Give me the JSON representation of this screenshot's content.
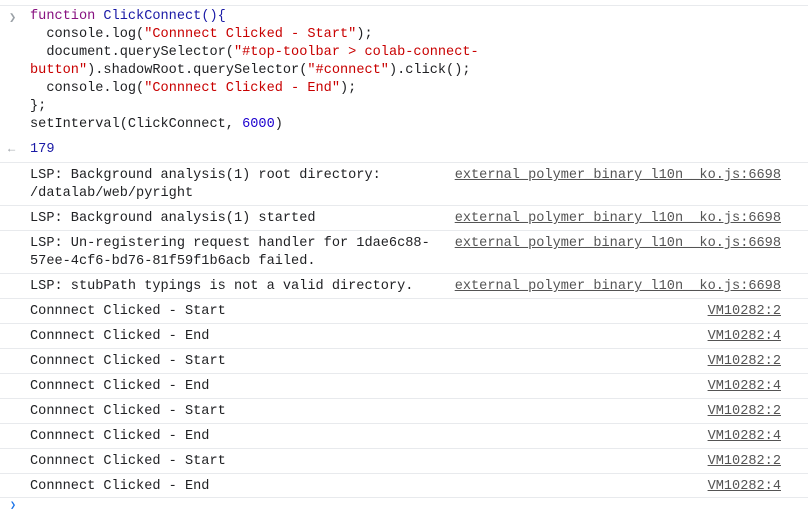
{
  "input": {
    "tokens": {
      "l1_kw": "function",
      "l1_fn": " ClickConnect(){",
      "l2_a": "  console.log(",
      "l2_s": "\"Connnect Clicked - Start\"",
      "l2_b": ");",
      "l3_a": "  document.querySelector(",
      "l3_s": "\"#top-toolbar > colab-connect-\nbutton\"",
      "l3_b": ").shadowRoot.querySelector(",
      "l3_s2": "\"#connect\"",
      "l3_c": ").click();",
      "l5_a": "  console.log(",
      "l5_s": "\"Connnect Clicked - End\"",
      "l5_b": ");",
      "l6": "};",
      "l7_a": "setInterval(ClickConnect, ",
      "l7_n": "6000",
      "l7_b": ")"
    }
  },
  "result": {
    "value": "179"
  },
  "logs": [
    {
      "message": "LSP: Background analysis(1) root directory: /datalab/web/pyright",
      "source": "external_polymer_binary_l10n__ko.js:6698"
    },
    {
      "message": "LSP: Background analysis(1) started",
      "source": "external_polymer_binary_l10n__ko.js:6698"
    },
    {
      "message": "LSP: Un-registering request handler for 1dae6c88-57ee-4cf6-bd76-81f59f1b6acb failed.",
      "source": "external_polymer_binary_l10n__ko.js:6698"
    },
    {
      "message": "LSP: stubPath typings is not a valid directory.",
      "source": "external_polymer_binary_l10n__ko.js:6698"
    },
    {
      "message": "Connnect Clicked - Start",
      "source": "VM10282:2"
    },
    {
      "message": "Connnect Clicked - End",
      "source": "VM10282:4"
    },
    {
      "message": "Connnect Clicked - Start",
      "source": "VM10282:2"
    },
    {
      "message": "Connnect Clicked - End",
      "source": "VM10282:4"
    },
    {
      "message": "Connnect Clicked - Start",
      "source": "VM10282:2"
    },
    {
      "message": "Connnect Clicked - End",
      "source": "VM10282:4"
    },
    {
      "message": "Connnect Clicked - Start",
      "source": "VM10282:2"
    },
    {
      "message": "Connnect Clicked - End",
      "source": "VM10282:4"
    }
  ]
}
